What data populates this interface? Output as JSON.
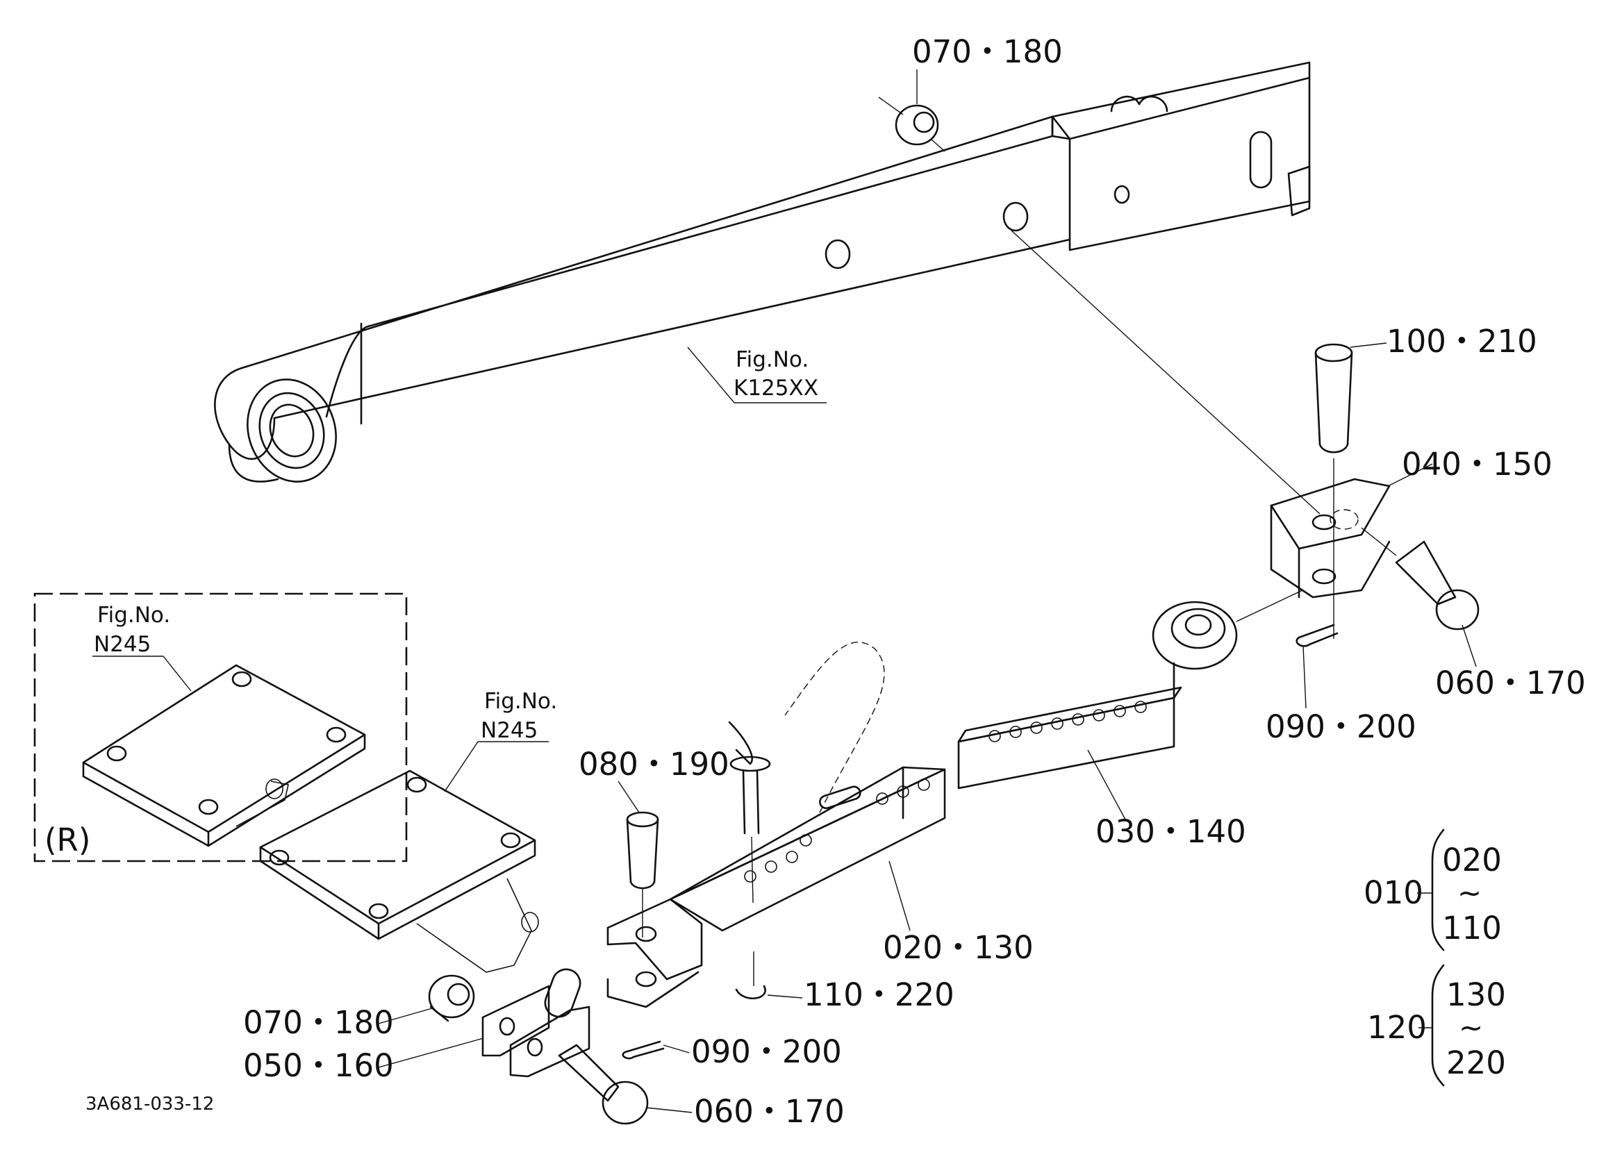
{
  "drawing_code": "3A681-033-12",
  "callouts": {
    "top_nut": "070・180",
    "pin_upper": "100・210",
    "bracket_upper": "040・150",
    "bolt_upper": "060・170",
    "clip_upper": "090・200",
    "rod_inner": "030・140",
    "pin_mid": "080・190",
    "tube_outer": "020・130",
    "clip_tube": "110・220",
    "clip_lower": "090・200",
    "nut_lower": "070・180",
    "bracket_lower": "050・160",
    "bolt_lower": "060・170"
  },
  "fig_refs": {
    "lift_arm_head": "Fig.No.",
    "lift_arm_num": "K125XX",
    "plate_r_head": "Fig.No.",
    "plate_r_num": "N245",
    "plate_l_head": "Fig.No.",
    "plate_l_num": "N245"
  },
  "variant_label": "(R)",
  "assembly_groups": [
    {
      "id": "010",
      "from": "020",
      "range_mark": "~",
      "to": "110"
    },
    {
      "id": "120",
      "from": "130",
      "range_mark": "~",
      "to": "220"
    }
  ]
}
